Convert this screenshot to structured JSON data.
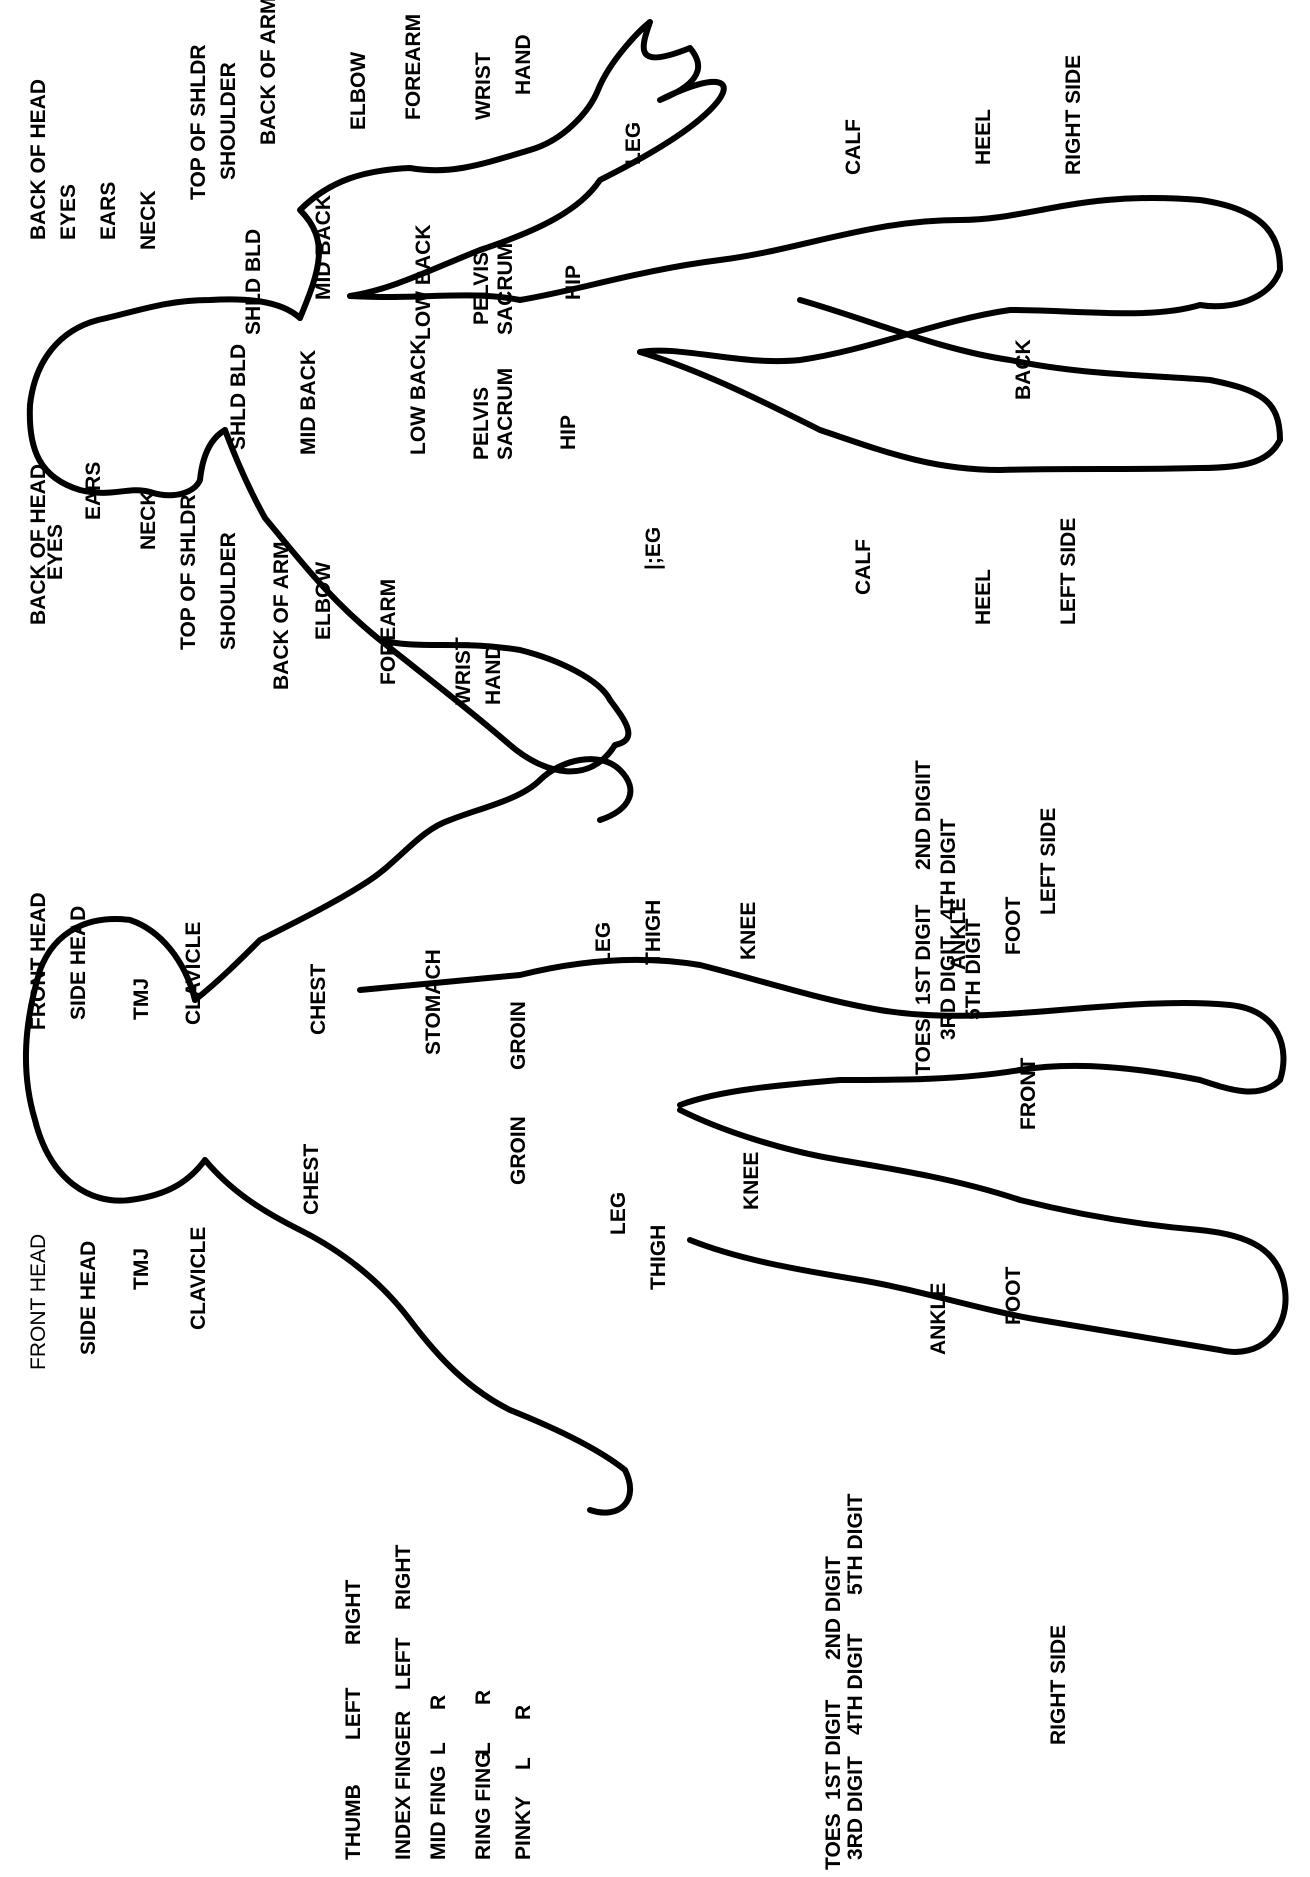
{
  "front": {
    "caption": "FRONT",
    "right_side": "RIGHT SIDE",
    "left_side": "LEFT SIDE",
    "labels_right": [
      "FRONT HEAD",
      "SIDE HEAD",
      "TMJ",
      "CLAVICLE",
      "CHEST",
      "STOMACH",
      "GROIN",
      "LEG",
      "THIGH",
      "KNEE",
      "ANKLE",
      "FOOT"
    ],
    "labels_left": [
      "FRONT HEAD",
      "SIDE HEAD",
      "TMJ",
      "CLAVICLE",
      "CHEST",
      "GROIN",
      "LEG",
      "THIGH",
      "KNEE",
      "ANKLE",
      "FOOT"
    ],
    "fingers": [
      "THUMB",
      "LEFT",
      "RIGHT",
      "INDEX FINGER",
      "LEFT",
      "RIGHT",
      "MID FING",
      "L",
      "R",
      "RING FING",
      "L",
      "R",
      "PINKY",
      "L",
      "R"
    ],
    "toes_right": {
      "title": "TOES",
      "row1": [
        "1ST DIGIT",
        "2ND DIGIT"
      ],
      "row2": [
        "3RD DIGIT",
        "4TH DIGIT",
        "5TH DIGIT"
      ]
    },
    "toes_left": {
      "title": "TOES",
      "row1": [
        "1ST DIGIT",
        "2ND DIGIIT"
      ],
      "row2": [
        "3RD DIGIT",
        "4TH DIGIT"
      ],
      "row3": [
        "5TH DIGIT"
      ]
    }
  },
  "back": {
    "caption": "BACK",
    "right_side": "RIGHT SIDE",
    "left_side": "LEFT SIDE",
    "labels_left": [
      "BACK OF HEAD",
      "EYES",
      "EARS",
      "NECK",
      "TOP OF SHLDR",
      "SHOULDER",
      "BACK OF ARM",
      "ELBOW",
      "FOREARM",
      "WRIST",
      "HAND",
      "SHLD BLD",
      "MID BACK",
      "LOW BACK",
      "PELVIS",
      "SACRUM",
      "HIP",
      "|;EG",
      "CALF",
      "HEEL"
    ],
    "labels_right": [
      "BACK OF HEAD",
      "EYES",
      "EARS",
      "NECK",
      "TOP OF SHLDR",
      "SHOULDER",
      "BACK OF ARM",
      "ELBOW",
      "FOREARM",
      "WRIST",
      "HAND",
      "SHLD BLD",
      "MID BACK",
      "LOW BACK",
      "PELVIS",
      "SACRUM",
      "HIP",
      "LEG",
      "CALF",
      "HEEL"
    ]
  }
}
